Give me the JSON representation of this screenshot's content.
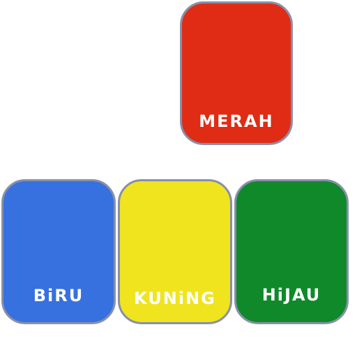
{
  "cards": [
    {
      "id": "merah",
      "label": "MERAH",
      "color": "#e02c14"
    },
    {
      "id": "biru",
      "label": "BiRU",
      "color": "#3770df"
    },
    {
      "id": "kuning",
      "label": "KUNiNG",
      "color": "#f0e41e"
    },
    {
      "id": "hijau",
      "label": "HiJAU",
      "color": "#0f892a"
    }
  ],
  "border_color": "#8690a9"
}
